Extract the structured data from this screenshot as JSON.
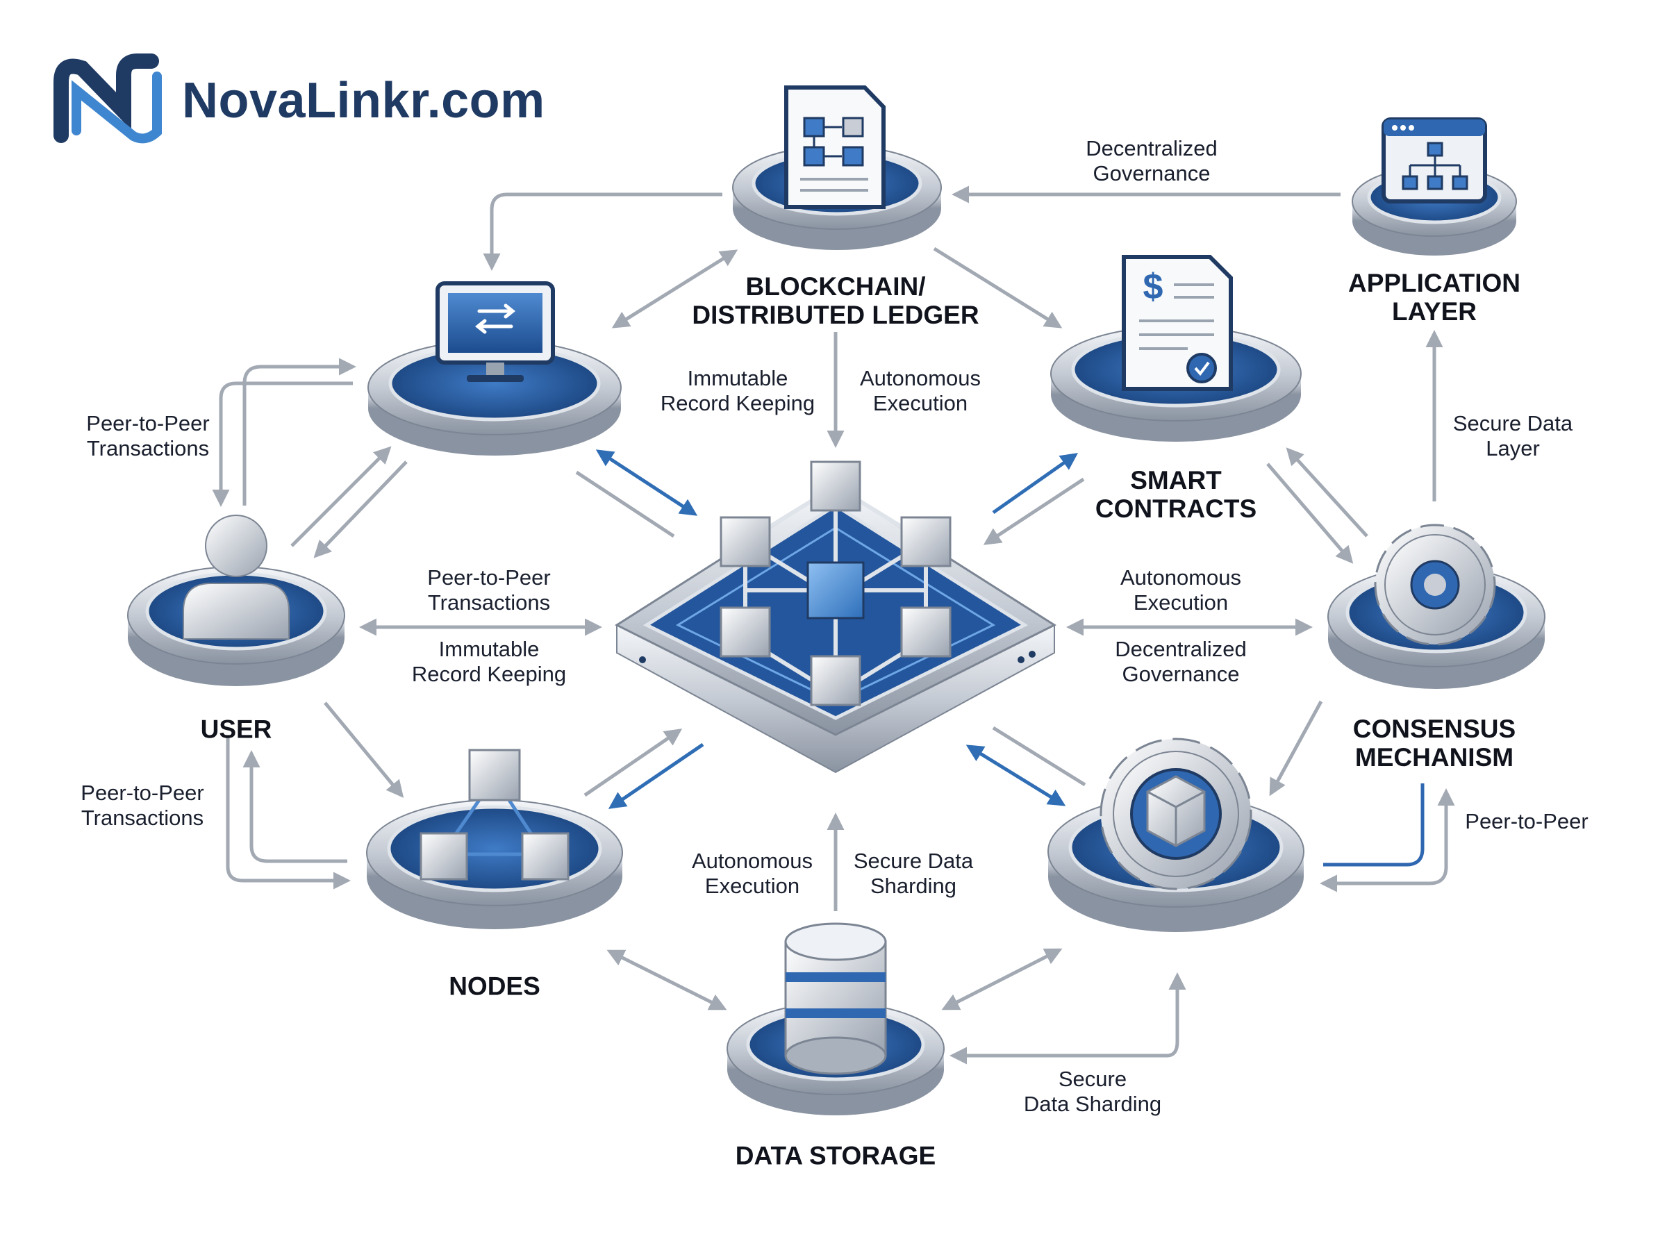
{
  "brand": {
    "name": "NovaLinkr.com"
  },
  "colors": {
    "navy": "#1f3a63",
    "blue": "#2f67b1",
    "blue_light": "#4f8ad0",
    "platform_blue": "#24569d",
    "silver": "#c9ced6",
    "silver_dark": "#7c8593",
    "arrow_gray": "#a2a9b3",
    "arrow_blue": "#2f6db5"
  },
  "nodes": {
    "user": {
      "label": "USER",
      "icon": "user-icon"
    },
    "workstation": {
      "icon": "computer-icon"
    },
    "nodes": {
      "label": "NODES",
      "icon": "nodes-icon"
    },
    "ledger": {
      "label": "BLOCKCHAIN/\nDISTRIBUTED LEDGER",
      "icon": "ledger-document-icon"
    },
    "smart_contracts": {
      "label": "SMART\nCONTRACTS",
      "icon": "contract-icon"
    },
    "application_layer": {
      "label": "APPLICATION\nLAYER",
      "icon": "app-window-icon"
    },
    "consensus": {
      "label": "CONSENSUS\nMECHANISM",
      "icon": "gear-icon"
    },
    "validator": {
      "icon": "gear-cube-icon"
    },
    "data_storage": {
      "label": "DATA STORAGE",
      "icon": "database-icon"
    },
    "core": {
      "icon": "blockchain-cubes-icon"
    }
  },
  "edge_labels": {
    "ptp_left_top": "Peer-to-Peer\nTransactions",
    "ptp_left_bottom": "Peer-to-Peer\nTransactions",
    "ptp_center": "Peer-to-Peer\nTransactions",
    "immutable_center": "Immutable\nRecord Keeping",
    "immutable_top": "Immutable\nRecord Keeping",
    "autonomous_top": "Autonomous\nExecution",
    "autonomous_right": "Autonomous\nExecution",
    "governance_right": "Decentralized\nGovernance",
    "governance_top": "Decentralized\nGovernance",
    "secure_data_layer": "Secure Data\nLayer",
    "autonomous_bottom": "Autonomous\nExecution",
    "sharding_bottom": "Secure Data\nSharding",
    "sharding_lower": "Secure\nData Sharding",
    "peer_to_peer_right": "Peer-to-Peer"
  }
}
